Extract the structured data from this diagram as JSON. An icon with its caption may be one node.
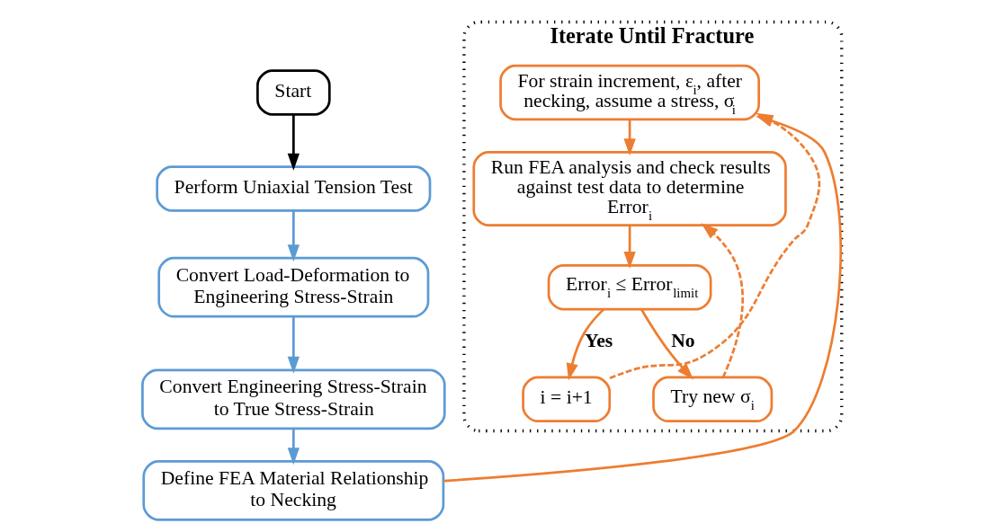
{
  "diagram": {
    "nodes": [
      {
        "text": [
          "Start"
        ]
      },
      {
        "text": [
          "Perform Uniaxial Tension Test"
        ]
      },
      {
        "text": [
          "Convert Load-Deformation to Engineering Stress-Strain"
        ]
      },
      {
        "text": [
          "Convert Engineering Stress-Strain to True Stress-Strain"
        ]
      },
      {
        "text": [
          "Define FEA Material Relationship to Necking"
        ]
      },
      {
        "text": [
          "Iterate Until Fracture"
        ]
      },
      {
        "text": [
          "For strain increment, ε$_{i}$, after necking, assume a stress, σ$_{i}$"
        ],
        "in": 5
      },
      {
        "text": [
          "Run FEA analysis and check results against test data to determine Error$_{i}$"
        ],
        "in": 5
      },
      {
        "text": [
          "Error$_{i}$ ≤ Error$_{limit}$"
        ],
        "in": 5
      },
      {
        "text": [
          "i = i+1"
        ],
        "in": 5
      },
      {
        "text": [
          "Try new σ$_{i}$"
        ],
        "in": 5
      }
    ],
    "edges": [
      {
        "from": 0,
        "to": 1,
        "arrow": "to",
        "color": "#000000"
      },
      {
        "from": 1,
        "to": 2,
        "arrow": "to",
        "color": "#5b9bd5"
      },
      {
        "from": 2,
        "to": 3,
        "arrow": "to",
        "color": "#5b9bd5"
      },
      {
        "from": 3,
        "to": 4,
        "arrow": "to",
        "color": "#5b9bd5"
      },
      {
        "from": 4,
        "to": 6,
        "arrow": "to"
      },
      {
        "from": 6,
        "to": 7,
        "arrow": "to"
      },
      {
        "from": 7,
        "to": 8,
        "arrow": "to"
      },
      {
        "from": 8,
        "to": 9,
        "arrow": "to",
        "label": "Yes"
      },
      {
        "from": 8,
        "to": 10,
        "arrow": "to",
        "label": "No"
      },
      {
        "from": 9,
        "to": 6,
        "arrow": "to",
        "style": "dashed"
      },
      {
        "from": 10,
        "to": 7,
        "arrow": "to",
        "style": "dashed"
      }
    ]
  }
}
